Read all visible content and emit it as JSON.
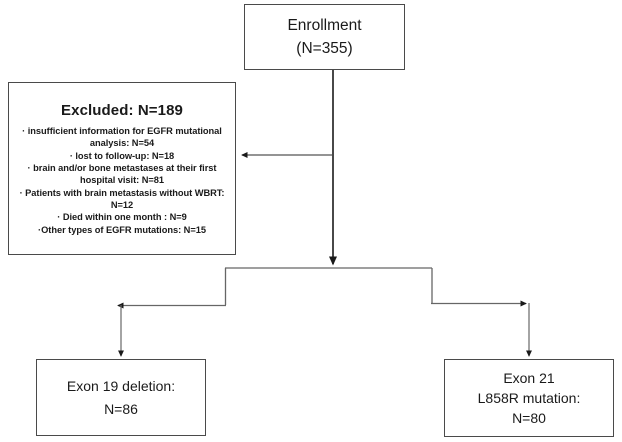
{
  "diagram": {
    "title": "Patient enrollment and EGFR mutation flow diagram",
    "type": "flowchart",
    "stroke_color": "#4a4a4a",
    "arrow_color": "#1a1a1a",
    "background": "#ffffff"
  },
  "nodes": {
    "enrollment": {
      "line1": "Enrollment",
      "line2": "(N=355)"
    },
    "excluded": {
      "title": "Excluded: N=189",
      "bullets": [
        "· insufficient information for EGFR mutational",
        "analysis: N=54",
        "· lost to follow-up: N=18",
        "· brain and/or bone metastases at their first",
        "hospital visit: N=81",
        "· Patients with brain metastasis without WBRT:",
        "N=12",
        "· Died within one month : N=9",
        "·Other types of EGFR mutations: N=15"
      ]
    },
    "exon19": {
      "line1": "Exon 19 deletion:",
      "line2": "N=86"
    },
    "exon21": {
      "line1": "Exon 21",
      "line2": "L858R mutation:",
      "line3": "N=80"
    }
  },
  "connectors": [
    {
      "name": "enrollment-to-excluded",
      "description": "horizontal arrow pointing left from main trunk into Excluded box"
    },
    {
      "name": "enrollment-to-split",
      "description": "vertical arrow down from Enrollment box to split bar"
    },
    {
      "name": "split-to-exon19",
      "description": "branch left then down into Exon 19 deletion box"
    },
    {
      "name": "split-to-exon21",
      "description": "branch right then down into Exon 21 L858R mutation box"
    }
  ]
}
